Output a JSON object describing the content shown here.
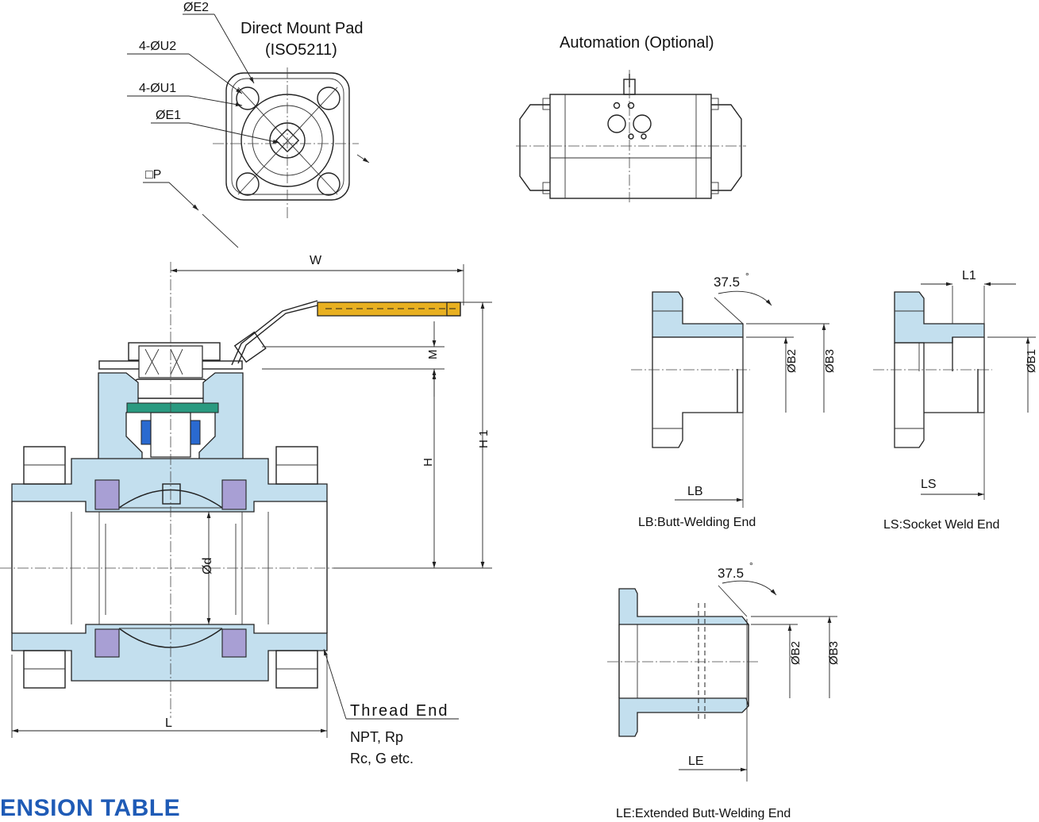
{
  "labels": {
    "e2": "ØE2",
    "direct_mount_pad": "Direct Mount Pad",
    "iso": "(ISO5211)",
    "u2": "4-ØU2",
    "u1": "4-ØU1",
    "e1": "ØE1",
    "p": "□P",
    "automation": "Automation (Optional)",
    "w": "W",
    "m": "M",
    "h": "H",
    "h1": "H 1",
    "d": "Ød",
    "l": "L",
    "thread_end": "Thread End",
    "thread_types_1": "NPT, Rp",
    "thread_types_2": "Rc, G etc.",
    "angle_1": "37.5",
    "angle_2": "37.5",
    "degree": "°",
    "b2_a": "ØB2",
    "b3_a": "ØB3",
    "b1": "ØB1",
    "l1": "L1",
    "lb": "LB",
    "ls": "LS",
    "le": "LE",
    "b2_b": "ØB2",
    "b3_b": "ØB3",
    "lb_caption": "LB:Butt-Welding End",
    "ls_caption": "LS:Socket Weld End",
    "le_caption": "LE:Extended Butt-Welding End"
  },
  "section_title": "ENSION TABLE",
  "colors": {
    "body_fill": "#c3dfee",
    "seat_fill": "#a89fd4",
    "handle_fill": "#e8b020",
    "title_blue": "#1f5bb6",
    "packing_green": "#2a9a80",
    "packing_blue": "#2a6ad0"
  }
}
